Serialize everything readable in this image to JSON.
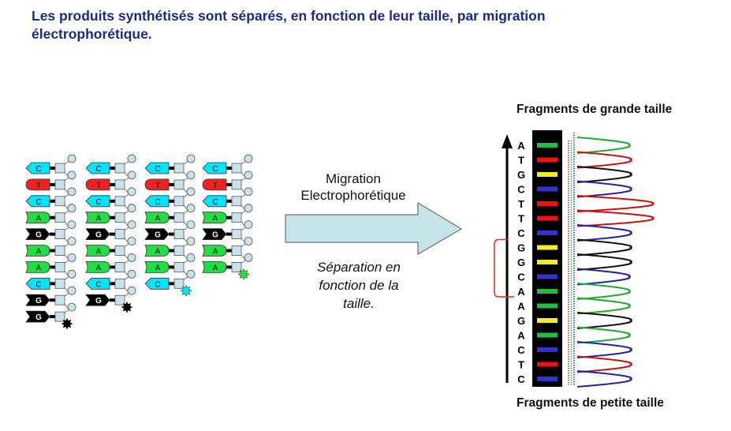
{
  "title": {
    "line1": "Les produits synthétisés sont séparés, en fonction de leur taille, par migration",
    "line2": "électrophorétique."
  },
  "colors": {
    "title": "#1a2a8a",
    "C": "#00e5ff",
    "T": "#ee2222",
    "A": "#22dd44",
    "G": "#000000",
    "sugar": "#c8e4ea",
    "arrow_fill": "#c4e4e8",
    "bracket": "#ee2222",
    "gel_bg": "#000000",
    "peak_A": "#22aa33",
    "peak_T": "#cc1111",
    "peak_G": "#111111",
    "peak_C": "#2222aa",
    "band_A": "#22bb44",
    "band_T": "#ee1111",
    "band_G": "#eeee22",
    "band_C": "#3333cc"
  },
  "strands": [
    {
      "bases": [
        "C",
        "T",
        "C",
        "A",
        "G",
        "A",
        "A",
        "C",
        "G",
        "G"
      ],
      "terminator": "G"
    },
    {
      "bases": [
        "C",
        "T",
        "C",
        "A",
        "G",
        "A",
        "A",
        "C",
        "G"
      ],
      "terminator": "G"
    },
    {
      "bases": [
        "C",
        "T",
        "C",
        "A",
        "G",
        "A",
        "A",
        "C"
      ],
      "terminator": "C"
    },
    {
      "bases": [
        "C",
        "T",
        "C",
        "A",
        "G",
        "A",
        "A"
      ],
      "terminator": "A"
    }
  ],
  "arrow": {
    "label_line1": "Migration",
    "label_line2": "Electrophorétique",
    "caption_line1": "Séparation en",
    "caption_line2": "fonction de la",
    "caption_line3": "taille."
  },
  "gel": {
    "top_label": "Fragments de grande taille",
    "bottom_label": "Fragments de petite taille",
    "sequence": [
      "A",
      "T",
      "G",
      "C",
      "T",
      "T",
      "C",
      "G",
      "G",
      "C",
      "A",
      "A",
      "G",
      "A",
      "C",
      "T",
      "C"
    ],
    "bracket_range": [
      7,
      10
    ]
  }
}
